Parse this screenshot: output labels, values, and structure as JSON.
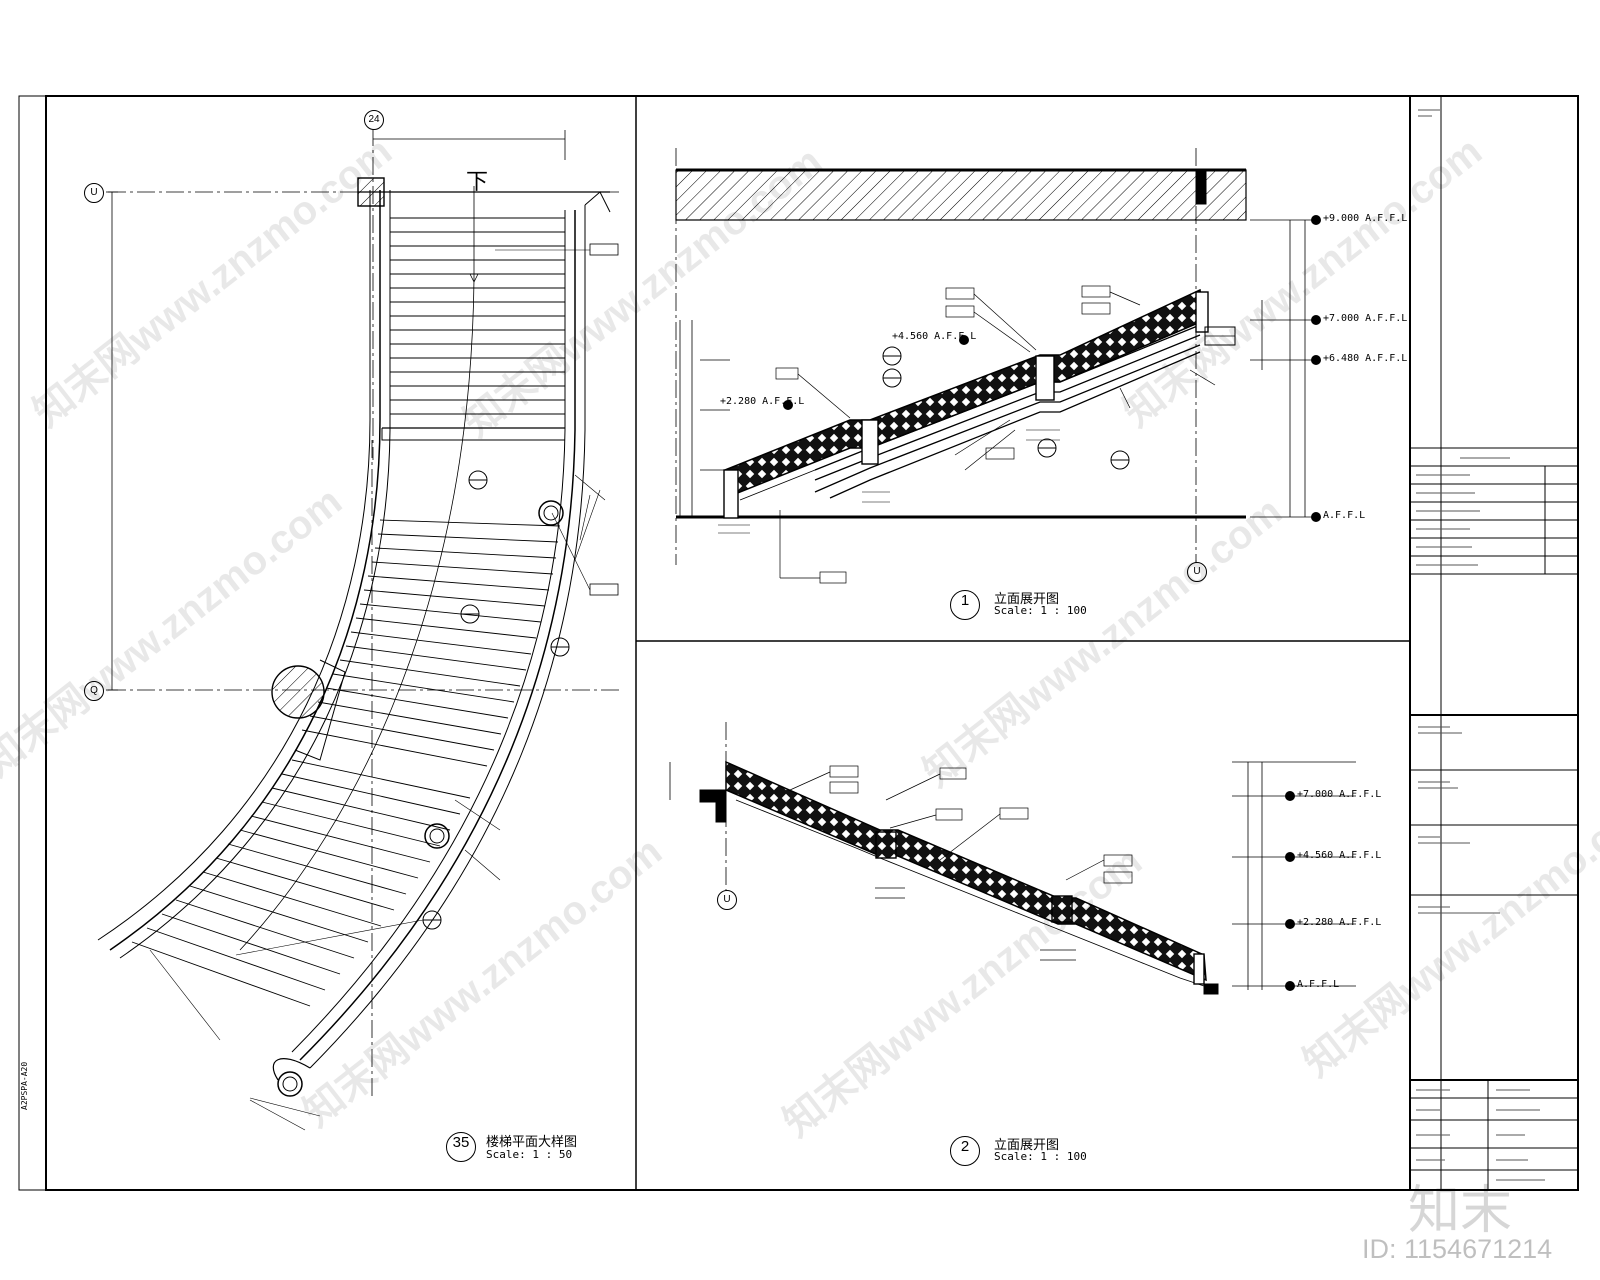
{
  "drawing": {
    "plan": {
      "title": "楼梯平面大样图",
      "scale": "Scale: 1 : 50",
      "number": "35",
      "down_label": "下",
      "axis_top": "24",
      "axis_u": "U",
      "axis_q": "Q"
    },
    "elevation1": {
      "title": "立面展开图",
      "scale": "Scale: 1 : 100",
      "number": "1",
      "levels": [
        "+9.000 A.F.F.L",
        "+7.000 A.F.F.L",
        "+6.480 A.F.F.L",
        "+4.560 A.F.F.L",
        "+2.280 A.F.F.L",
        "A.F.F.L"
      ],
      "axis": "U"
    },
    "elevation2": {
      "title": "立面展开图",
      "scale": "Scale: 1 : 100",
      "number": "2",
      "levels": [
        "+7.000 A.F.F.L",
        "+4.560 A.F.F.L",
        "+2.280 A.F.F.L",
        "A.F.F.L"
      ],
      "axis": "U"
    },
    "sheet_code": "A2PSPA-A20"
  },
  "watermark": {
    "text": "知末网www.znzmo.com",
    "logo": "知末",
    "id": "ID: 1154671214"
  }
}
